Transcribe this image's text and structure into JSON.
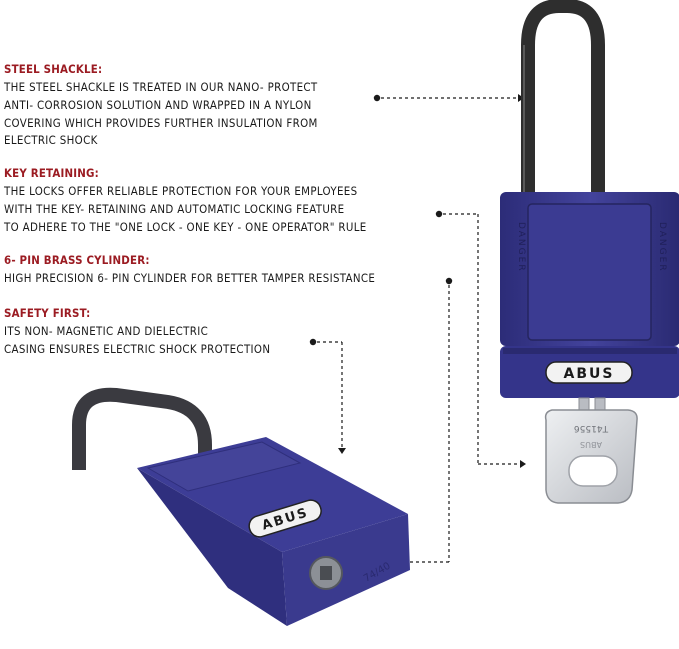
{
  "features": [
    {
      "title": "STEEL SHACKLE:",
      "lines": [
        "THE STEEL SHACKLE IS TREATED IN OUR NANO- PROTECT",
        "ANTI- CORROSION SOLUTION AND WRAPPED IN A NYLON",
        "COVERING WHICH PROVIDES FURTHER INSULATION FROM",
        "ELECTRIC SHOCK"
      ]
    },
    {
      "title": "KEY RETAINING:",
      "lines": [
        "THE LOCKS OFFER RELIABLE PROTECTION FOR YOUR EMPLOYEES",
        "WITH THE KEY- RETAINING AND AUTOMATIC LOCKING FEATURE",
        "TO ADHERE TO THE \"ONE LOCK -  ONE KEY -  ONE OPERATOR\" RULE"
      ]
    },
    {
      "title": "6- PIN BRASS CYLINDER:",
      "lines": [
        "HIGH PRECISION 6- PIN CYLINDER FOR BETTER TAMPER RESISTANCE"
      ]
    },
    {
      "title": "SAFETY FIRST:",
      "lines": [
        "ITS NON- MAGNETIC AND DIELECTRIC",
        "CASING ENSURES ELECTRIC SHOCK PROTECTION"
      ]
    }
  ],
  "product": {
    "brand": "ABUS",
    "side_text_left": "DANGER",
    "side_text_right": "DANGER",
    "model": "74/40",
    "key_code": "T41556"
  },
  "colors": {
    "body": "#3a3a8c",
    "shackle": "#2e2e2e",
    "heading": "#9b1b22",
    "key": "#d9dbdf"
  }
}
